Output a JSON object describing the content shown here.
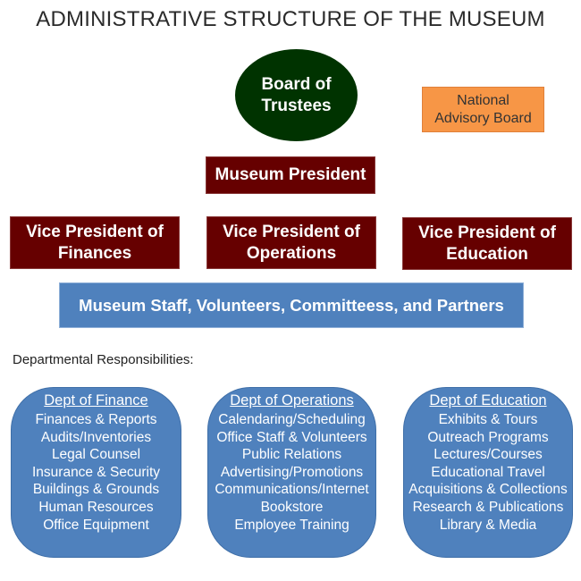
{
  "title": "ADMINISTRATIVE STRUCTURE OF THE MUSEUM",
  "board": {
    "line1": "Board of",
    "line2": "Trustees"
  },
  "advisory": {
    "line1": "National",
    "line2": "Advisory Board"
  },
  "president": "Museum President",
  "vps": [
    {
      "line1": "Vice President of",
      "line2": "Finances"
    },
    {
      "line1": "Vice President of",
      "line2": "Operations"
    },
    {
      "line1": "Vice President of",
      "line2": "Education"
    }
  ],
  "staff": "Museum Staff, Volunteers, Committeess, and Partners",
  "responsibilities_label": "Departmental Responsibilities:",
  "departments": [
    {
      "title": "Dept of Finance",
      "items": [
        "Finances & Reports",
        "Audits/Inventories",
        "Legal Counsel",
        "Insurance & Security",
        "Buildings & Grounds",
        "Human Resources",
        "Office Equipment"
      ]
    },
    {
      "title": "Dept of Operations",
      "items": [
        "Calendaring/Scheduling",
        "Office Staff & Volunteers",
        "Public Relations",
        "Advertising/Promotions",
        "Communications/Internet",
        "Bookstore",
        "Employee Training"
      ]
    },
    {
      "title": "Dept of Education",
      "items": [
        "Exhibits & Tours",
        "Outreach Programs",
        "Lectures/Courses",
        "Educational Travel",
        "Acquisitions & Collections",
        "Research & Publications",
        "Library & Media"
      ]
    }
  ],
  "colors": {
    "board": "#003300",
    "advisory": "#f79646",
    "officer": "#660000",
    "staff": "#4f81bd"
  }
}
